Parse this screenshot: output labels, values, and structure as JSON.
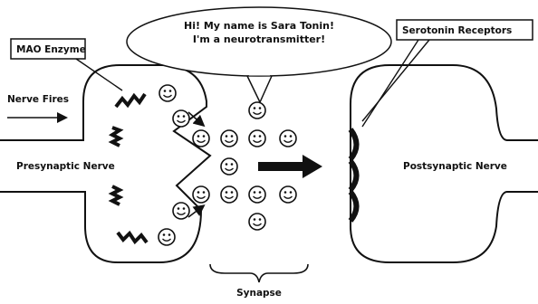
{
  "labels": {
    "speech_line1": "Hi! My name is Sara Tonin!",
    "speech_line2": "I'm a neurotransmitter!",
    "mao_enzyme": "MAO Enzyme",
    "nerve_fires": "Nerve Fires",
    "presynaptic": "Presynaptic Nerve",
    "postsynaptic": "Postsynaptic Nerve",
    "serotonin_receptors": "Serotonin Receptors",
    "synapse": "Synapse"
  }
}
